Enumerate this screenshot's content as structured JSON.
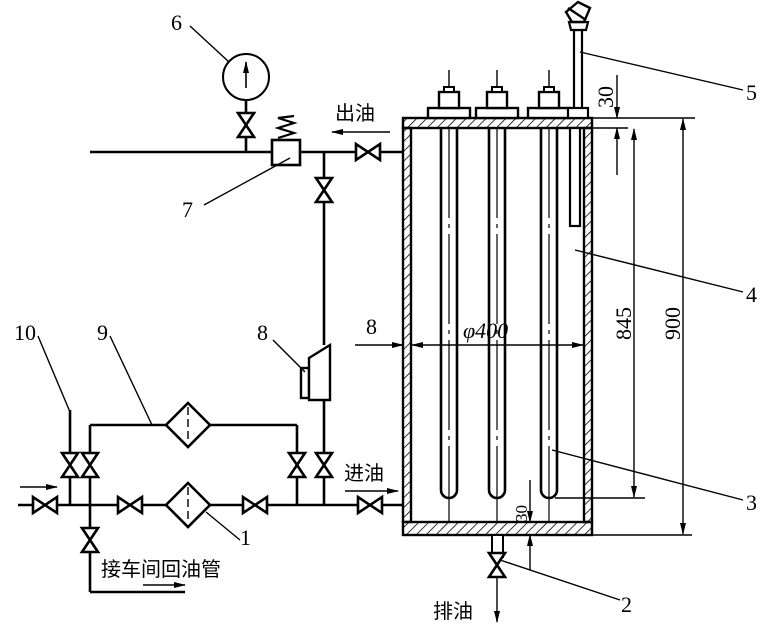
{
  "labels": {
    "l1": "1",
    "l2": "2",
    "l3": "3",
    "l4": "4",
    "l5": "5",
    "l6": "6",
    "l7": "7",
    "l8a": "8",
    "l8b": "8",
    "l9": "9",
    "l10": "10"
  },
  "text": {
    "oil_out": "出油",
    "oil_in": "进油",
    "oil_drain": "排油",
    "return_pipe": "接车间回油管"
  },
  "dimensions": {
    "top_gap": "30",
    "bottom_gap": "30",
    "heater_length": "845",
    "tank_height": "900",
    "diameter": "φ400",
    "wall": "8"
  }
}
